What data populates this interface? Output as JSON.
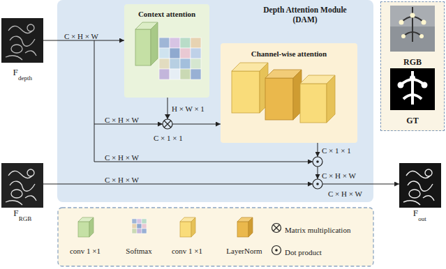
{
  "diagram": {
    "nodes": [
      {
        "text": [
          "Depth Attention Module (DAM)"
        ]
      },
      {
        "text": [
          "Context attention"
        ],
        "in": 0
      },
      {
        "text": [
          "Channel-wise attention"
        ],
        "in": 0
      },
      {
        "text": [
          "RGB",
          "GT"
        ]
      }
    ],
    "edges": [
      {
        "from": 1,
        "to": 2,
        "arrow": "to"
      }
    ],
    "labels": [
      "F",
      "depth",
      "C × H × W",
      "H × W × 1",
      "C × H × W",
      "C × 1 × 1",
      "C × 1 × 1",
      "C × H × W",
      "C × H × W",
      "F",
      "RGB",
      "C × H × W",
      "C × H × W",
      "F",
      "out"
    ],
    "legend": [
      {
        "text": "conv 1 ×1"
      },
      {
        "text": "Softmax"
      },
      {
        "text": "conv 1 ×1"
      },
      {
        "text": "LayerNorm"
      },
      {
        "text": "Matrix multiplication"
      },
      {
        "text": "Dot product"
      }
    ]
  }
}
